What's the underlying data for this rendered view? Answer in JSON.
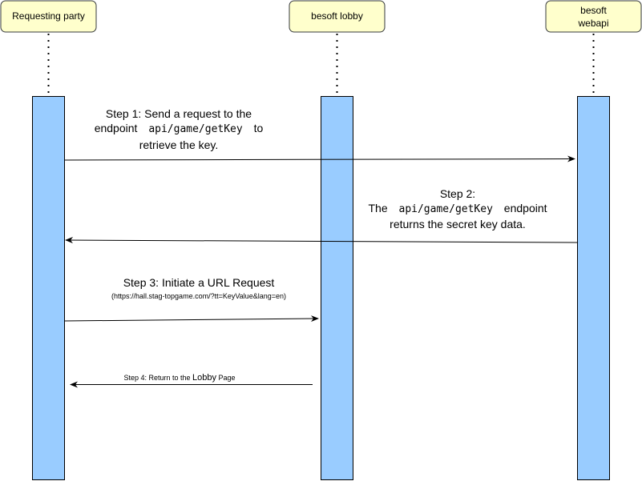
{
  "colors": {
    "participant_fill": "#ffffcc",
    "participant_stroke": "#36393d",
    "activation_fill": "#99ccff",
    "line": "#000000"
  },
  "participants": [
    {
      "label": "Requesting party"
    },
    {
      "label_line1": "besoft lobby"
    },
    {
      "label_line1": "besoft",
      "label_line2": "webapi"
    }
  ],
  "messages": {
    "step1": {
      "line1": "Step 1: Send a request to the",
      "line2_pre": "endpoint",
      "line2_code": "api/game/getKey",
      "line2_post": "to",
      "line3": "retrieve the key."
    },
    "step2": {
      "line1": "Step 2:",
      "line2_pre": "The",
      "line2_code": "api/game/getKey",
      "line2_post": "endpoint",
      "line3": "returns the secret key data."
    },
    "step3": {
      "line1": "Step 3: Initiate a URL Request",
      "line2": "(https://hall.stag-topgame.com/?tt=KeyValue&lang=en)"
    },
    "step4": {
      "label_pre": "Step 4: Return to the ",
      "label_lobby": "Lobby",
      "label_post": " Page"
    }
  }
}
